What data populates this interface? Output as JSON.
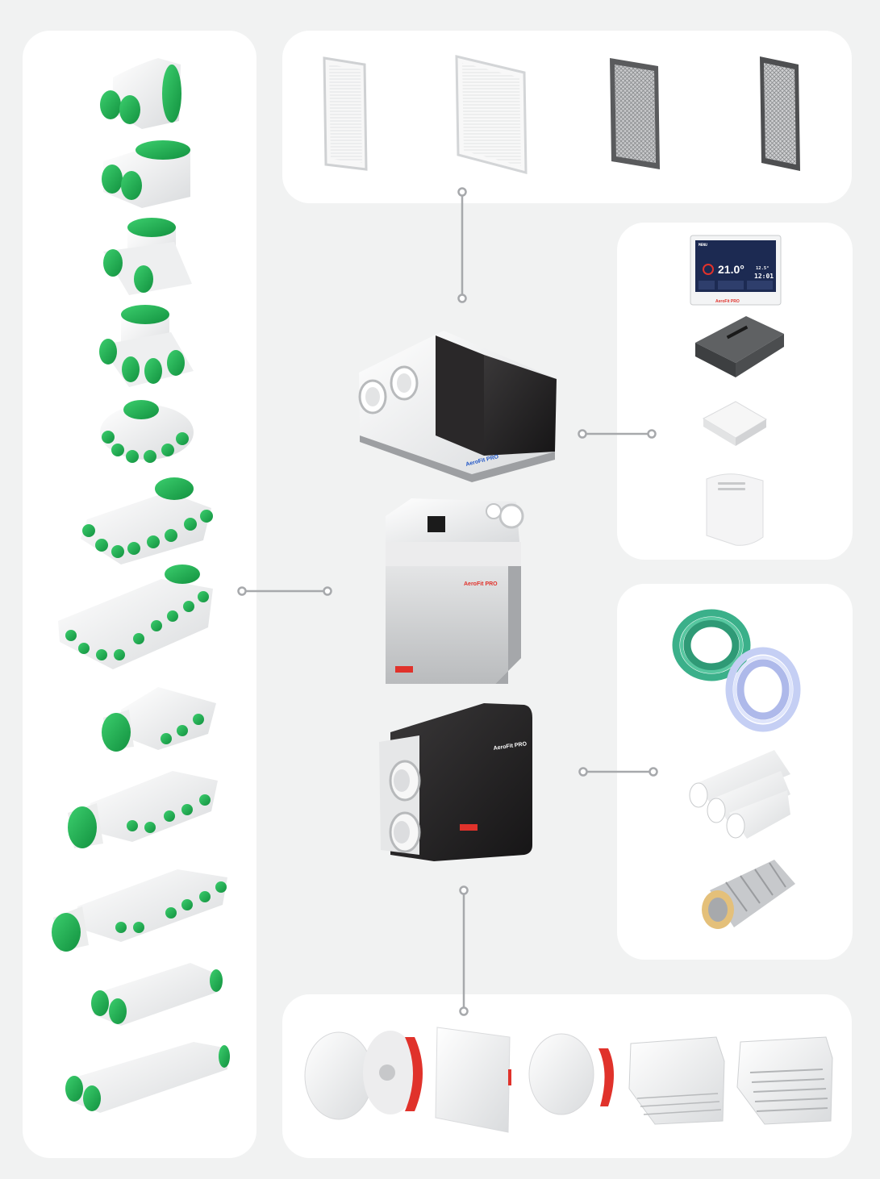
{
  "colors": {
    "background": "#f1f2f2",
    "panel": "#ffffff",
    "connector": "#a7a9ac",
    "plenum_green": "#16a34a",
    "unit_black": "#231f20",
    "unit_grey": "#c7c8ca",
    "brand_red": "#e0322b",
    "screen_navy": "#1c2a52"
  },
  "panels": {
    "left": {
      "name": "plenum-boxes",
      "item_count": 12
    },
    "top": {
      "name": "filters",
      "item_count": 4
    },
    "right_top": {
      "name": "controllers",
      "item_count": 4
    },
    "right_bottom": {
      "name": "ducts",
      "item_count": 3
    },
    "bottom": {
      "name": "diffusers",
      "item_count": 5
    }
  },
  "units": {
    "count": 3,
    "brand_mark": "AeroFit PRO"
  },
  "panel_screen": {
    "top_label": "MENU",
    "temperature": "21.0°",
    "outdoor_temp": "12.5°",
    "clock": "12:01"
  }
}
